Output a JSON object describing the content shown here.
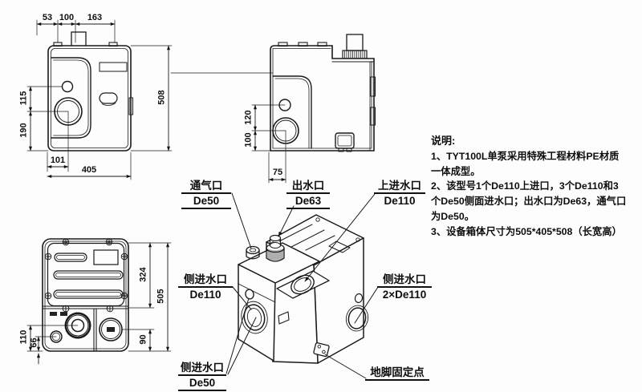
{
  "views": {
    "front": {
      "label_53": "53",
      "label_100": "100",
      "label_163": "163",
      "label_115": "115",
      "label_190": "190",
      "label_101": "101",
      "label_405": "405",
      "label_508": "508"
    },
    "side": {
      "label_120": "120",
      "label_100": "100",
      "label_75": "75"
    },
    "rear": {
      "label_324": "324",
      "label_505": "505",
      "label_90": "90",
      "label_110": "110",
      "label_66": "66"
    },
    "iso": {
      "callouts": {
        "vent": {
          "title": "通气口",
          "spec": "De50"
        },
        "outlet": {
          "title": "出水口",
          "spec": "De63"
        },
        "top_inlet": {
          "title": "上进水口",
          "spec": "De110"
        },
        "side_left": {
          "title": "侧进水口",
          "spec": "De110"
        },
        "side_right": {
          "title": "侧进水口",
          "spec": "2×De110"
        },
        "side_bottom": {
          "title": "侧进水口",
          "spec": "De50"
        },
        "anchor": {
          "title": "地脚固定点"
        }
      }
    }
  },
  "notes": {
    "heading": "说明:",
    "lines": [
      "1、TYT100L单泵采用特殊工程材料PE材质",
      "一体成型。",
      "2、该型号1个De110上进口，3个De110和3",
      "个De50侧面进水口；出水口为De63，通气口",
      "为De50。",
      "3、设备箱体尺寸为505*405*508（长宽高）"
    ]
  },
  "colors": {
    "line": "#1a1a1a",
    "text": "#0d0d0d",
    "background": "#fdfdfd"
  }
}
